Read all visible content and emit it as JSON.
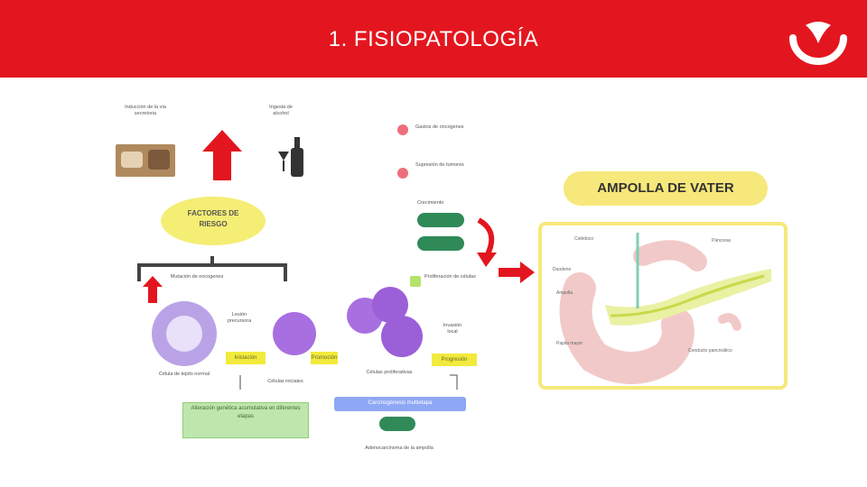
{
  "header": {
    "title": "1. FISIOPATOLOGÍA",
    "bg_color": "#e3161f"
  },
  "left_diagram": {
    "top_caption_left": "Inducción de la vía secretoria",
    "top_caption_right": "Ingesta de alcohol",
    "factors_oval": "FACTORES DE RIESGO",
    "mutation_caption": "Mutación de oncogenes",
    "normal_cell_caption": "Célula de tejido normal",
    "stage_caption_1": "Lesión precursora",
    "stage_caption_2": "Células iniciales",
    "tag_1": "Iniciación",
    "tag_2": "Promoción",
    "tag_3": "Progresión",
    "cluster_caption": "Células proliferativas",
    "growth_caption": "Invasión local",
    "green_box": "Alteración genética acumulativa en diferentes etapas",
    "blue_box": "Carcinogénesis multietapa",
    "bottom_caption": "Adenocarcinoma de la ampolla",
    "right_caption_1": "Gastos de oncogenes",
    "right_caption_2": "Supresión de tumores",
    "right_caption_3": "Crecimiento",
    "right_caption_4": "Proliferación de células"
  },
  "right_panel": {
    "title": "AMPOLLA DE VATER",
    "label_top": "Colédoco",
    "label_right": "Páncreas",
    "label_left_1": "Duodeno",
    "label_left_2": "Ampolla",
    "label_left_3": "Papila mayor",
    "label_bottom": "Conducto pancreático"
  }
}
